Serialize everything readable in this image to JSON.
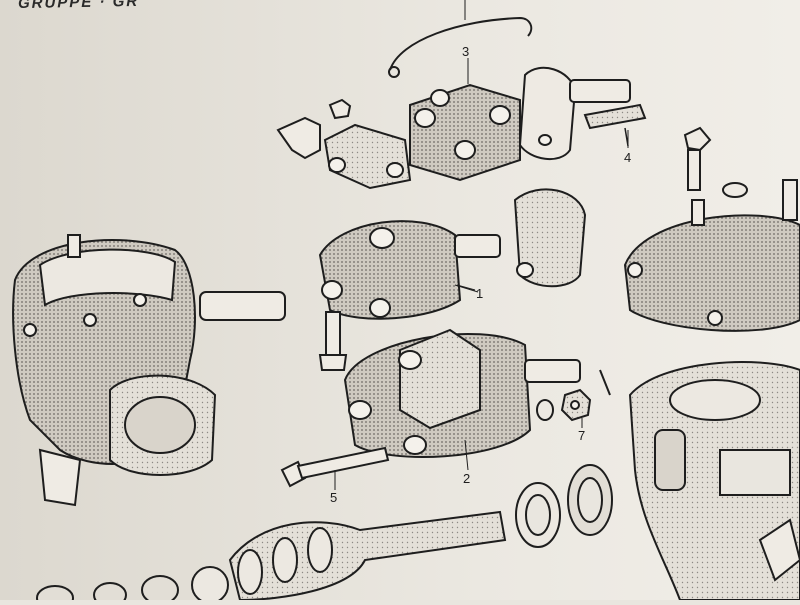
{
  "header": {
    "group_label": "GRUPPE · GR"
  },
  "callouts": [
    {
      "id": "c3",
      "label": "3"
    },
    {
      "id": "c4",
      "label": "4"
    },
    {
      "id": "c1",
      "label": "1"
    },
    {
      "id": "c7",
      "label": "7"
    },
    {
      "id": "c2",
      "label": "2"
    },
    {
      "id": "c5",
      "label": "5"
    }
  ],
  "colors": {
    "paper": "#e9e6df",
    "ink": "#1e1e1e",
    "halftone": "#8d8a85"
  }
}
